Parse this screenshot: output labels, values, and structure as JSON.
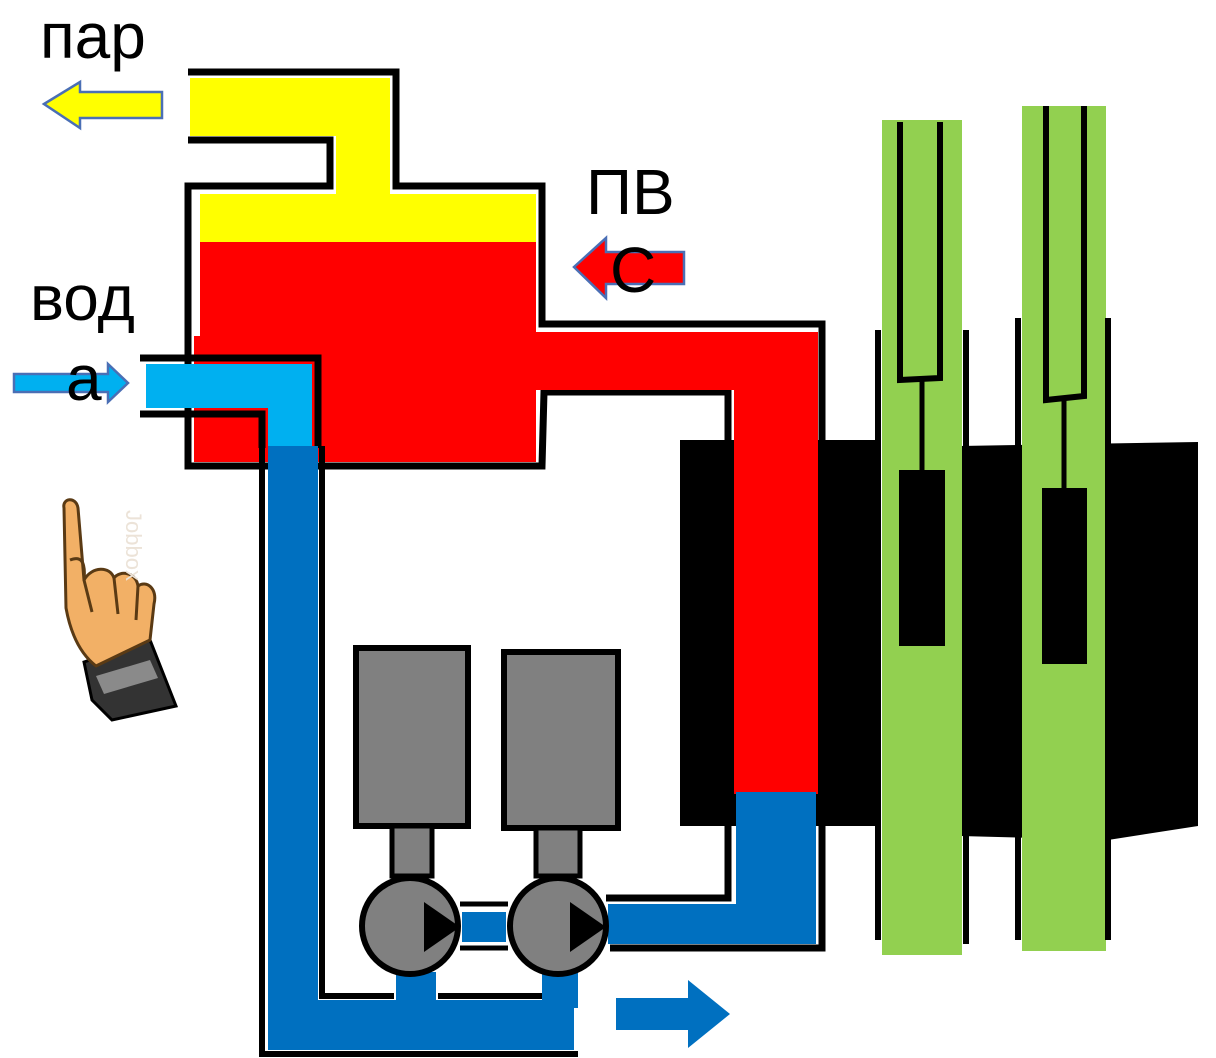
{
  "labels": {
    "steam": "пар",
    "feed_water_line1": "ПВ",
    "feed_water_line2": "С",
    "water_line1": "вод",
    "water_line2": "а"
  },
  "watermark": "Jobbox",
  "colors": {
    "steam": "#ffff00",
    "hot_water": "#ff0000",
    "inlet_water": "#00b0f0",
    "cold_water": "#0070c0",
    "pump_body": "#808080",
    "assemblies": "#92d050",
    "reactor_core": "#000000",
    "outline": "#000000"
  },
  "icons": [
    "pointing-hand-icon",
    "steam-out-arrow-icon",
    "feed-water-in-arrow-icon",
    "water-in-arrow-icon",
    "discharge-arrow-icon",
    "pump-play-icon"
  ]
}
